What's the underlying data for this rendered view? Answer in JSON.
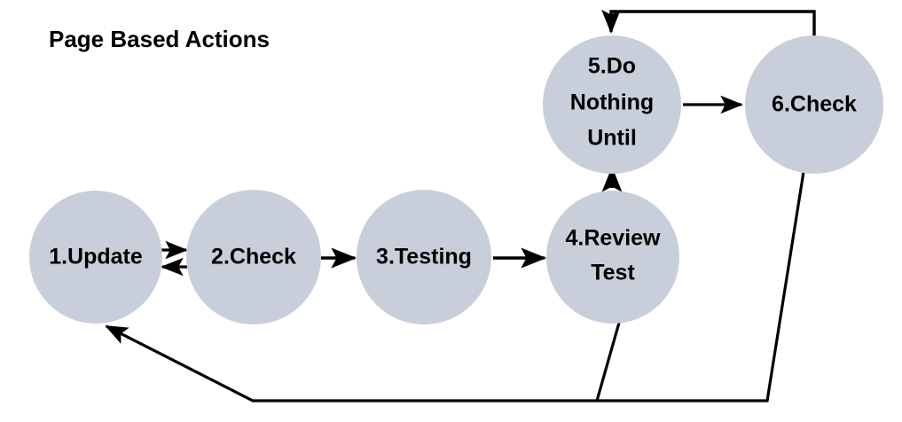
{
  "title": "Page Based Actions",
  "colors": {
    "node_fill": "#c8cfda",
    "edge_stroke": "#000000",
    "text": "#000000",
    "background": "#ffffff"
  },
  "diagram": {
    "type": "flowchart",
    "nodes": [
      {
        "id": "n1",
        "label": "1.Update",
        "lines": [
          "1.Update"
        ]
      },
      {
        "id": "n2",
        "label": "2.Check",
        "lines": [
          "2.Check"
        ]
      },
      {
        "id": "n3",
        "label": "3.Testing",
        "lines": [
          "3.Testing"
        ]
      },
      {
        "id": "n4",
        "label": "4.Review Test",
        "lines": [
          "4.Review",
          "Test"
        ]
      },
      {
        "id": "n5",
        "label": "5.Do Nothing Until",
        "lines": [
          "5.Do",
          "Nothing",
          "Until"
        ]
      },
      {
        "id": "n6",
        "label": "6.Check",
        "lines": [
          "6.Check"
        ]
      }
    ],
    "edges": [
      {
        "from": "n1",
        "to": "n2",
        "style": "arrow"
      },
      {
        "from": "n2",
        "to": "n1",
        "style": "arrow"
      },
      {
        "from": "n2",
        "to": "n3",
        "style": "arrow"
      },
      {
        "from": "n3",
        "to": "n4",
        "style": "arrow"
      },
      {
        "from": "n4",
        "to": "n5",
        "style": "arrow"
      },
      {
        "from": "n5",
        "to": "n6",
        "style": "arrow"
      },
      {
        "from": "n6",
        "to": "n5",
        "style": "arrow-routed-top"
      },
      {
        "from": "n4",
        "to": "n1",
        "style": "line-routed-bottom"
      },
      {
        "from": "n6",
        "to": "n1",
        "style": "arrow-routed-bottom"
      }
    ]
  }
}
